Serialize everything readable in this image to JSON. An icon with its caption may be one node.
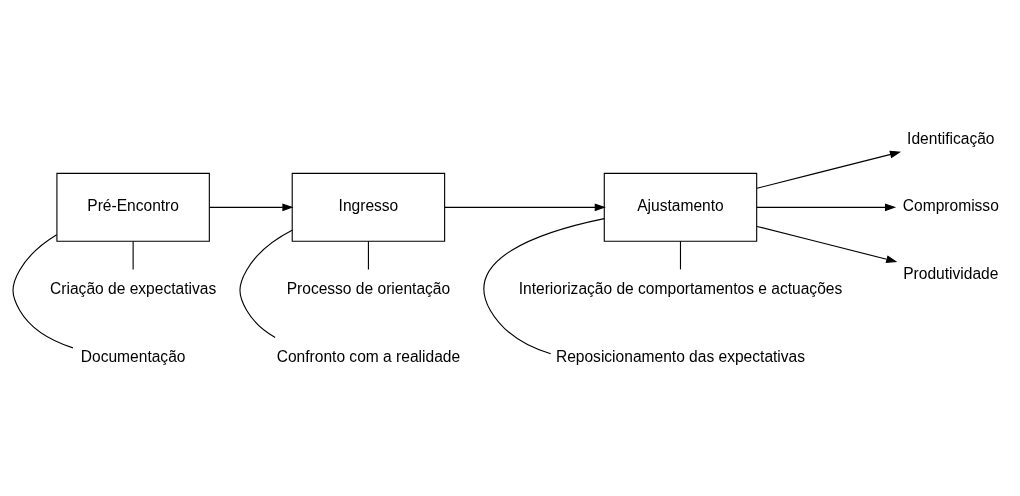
{
  "diagram": {
    "nodes": [
      {
        "text": [
          "Pré-Encontro"
        ]
      },
      {
        "text": [
          "Ingresso"
        ]
      },
      {
        "text": [
          "Ajustamento"
        ]
      },
      {
        "text": [
          "Identificação"
        ]
      },
      {
        "text": [
          "Compromisso"
        ]
      },
      {
        "text": [
          "Produtividade"
        ]
      },
      {
        "text": [
          "Documentação"
        ]
      },
      {
        "text": [
          "Criação de expectativas"
        ]
      },
      {
        "text": [
          "Confronto com a realidade"
        ]
      },
      {
        "text": [
          "Processo de orientação"
        ]
      },
      {
        "text": [
          "Reposicionamento das expectativas"
        ]
      },
      {
        "text": [
          "Interiorização de comportamentos e actuações"
        ]
      }
    ],
    "edges": [
      {
        "from": 0,
        "to": 1,
        "arrow": "to"
      },
      {
        "from": 1,
        "to": 2,
        "arrow": "to"
      },
      {
        "from": 2,
        "to": 3,
        "arrow": "to"
      },
      {
        "from": 2,
        "to": 4,
        "arrow": "to"
      },
      {
        "from": 2,
        "to": 5,
        "arrow": "to"
      },
      {
        "from": 0,
        "to": 6,
        "arrow": "none"
      },
      {
        "from": 0,
        "to": 7,
        "arrow": "none"
      },
      {
        "from": 1,
        "to": 8,
        "arrow": "none"
      },
      {
        "from": 1,
        "to": 9,
        "arrow": "none"
      },
      {
        "from": 2,
        "to": 10,
        "arrow": "none"
      },
      {
        "from": 2,
        "to": 11,
        "arrow": "none"
      }
    ]
  }
}
